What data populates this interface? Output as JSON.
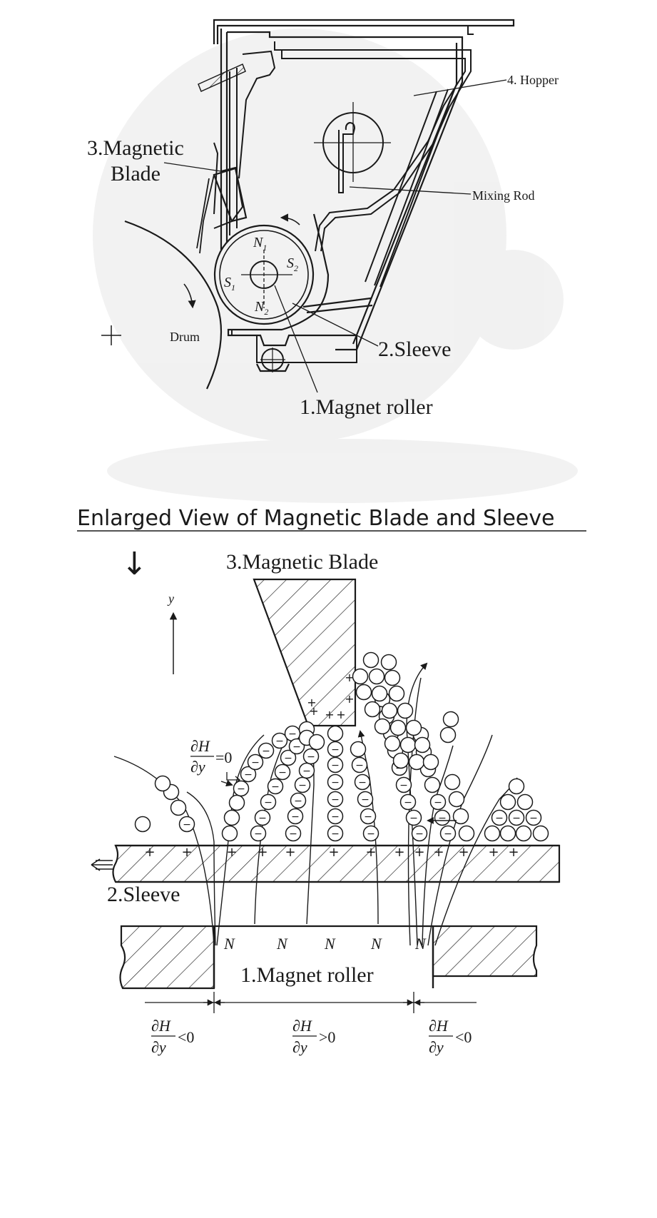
{
  "top_diagram": {
    "labels": {
      "hopper": "4. Hopper",
      "mixing_rod": "Mixing Rod",
      "magnetic_blade_line1": "3.Magnetic",
      "magnetic_blade_line2": "Blade",
      "drum": "Drum",
      "sleeve": "2.Sleeve",
      "magnet_roller": "1.Magnet roller",
      "pole_n1": "N",
      "pole_n1_sub": "1",
      "pole_n2": "N",
      "pole_n2_sub": "2",
      "pole_s1": "S",
      "pole_s1_sub": "1",
      "pole_s2": "S",
      "pole_s2_sub": "2"
    }
  },
  "enlarged_view": {
    "title": "Enlarged View of Magnetic Blade and Sleeve",
    "arrow_glyph": "↓",
    "blade_label": "3.Magnetic Blade",
    "y_axis_label": "y",
    "sleeve_label": "2.Sleeve",
    "magnet_roller_label": "1.Magnet roller",
    "poles": [
      "N",
      "N",
      "N",
      "N",
      "N"
    ],
    "gradient_blade": {
      "num": "∂H",
      "den": "∂y",
      "rel": "=0"
    },
    "gradient_left": {
      "num": "∂H",
      "den": "∂y",
      "rel": "<0"
    },
    "gradient_center": {
      "num": "∂H",
      "den": "∂y",
      "rel": ">0"
    },
    "gradient_right": {
      "num": "∂H",
      "den": "∂y",
      "rel": "<0"
    },
    "plus_sign": "+",
    "minus_sign": "−"
  }
}
